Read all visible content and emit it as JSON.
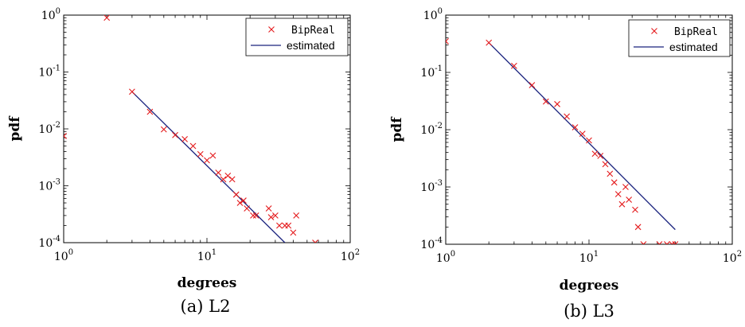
{
  "chart_data": [
    {
      "type": "scatter",
      "caption": "(a) L2",
      "xlabel": "degrees",
      "ylabel": "pdf",
      "xscale": "log",
      "yscale": "log",
      "xlim": [
        1,
        100
      ],
      "ylim": [
        0.0001,
        1
      ],
      "x_ticks": [
        {
          "base": "10",
          "exp": "0"
        },
        {
          "base": "10",
          "exp": "1"
        },
        {
          "base": "10",
          "exp": "2"
        }
      ],
      "y_ticks": [
        {
          "base": "10",
          "exp": "0"
        },
        {
          "base": "10",
          "exp": "-1"
        },
        {
          "base": "10",
          "exp": "-2"
        },
        {
          "base": "10",
          "exp": "-3"
        },
        {
          "base": "10",
          "exp": "-4"
        }
      ],
      "grid": false,
      "legend_position": "top-right",
      "legend": [
        {
          "name": "BipReal",
          "marker": "x",
          "color": "#e41a1c",
          "font": "mono"
        },
        {
          "name": "estimated",
          "marker": "line",
          "color": "#1a237e",
          "font": "sans"
        }
      ],
      "series": [
        {
          "name": "BipReal",
          "x": [
            1,
            2,
            3,
            4,
            5,
            6,
            7,
            8,
            9,
            10,
            11,
            12,
            13,
            14,
            15,
            16,
            17,
            18,
            19,
            21,
            22,
            27,
            28,
            30,
            32,
            35,
            37,
            40,
            42,
            57
          ],
          "y": [
            0.0075,
            0.9,
            0.045,
            0.02,
            0.0098,
            0.0078,
            0.0066,
            0.005,
            0.0036,
            0.0028,
            0.0034,
            0.0017,
            0.0013,
            0.0015,
            0.0013,
            0.0007,
            0.0005,
            0.00055,
            0.0004,
            0.0003,
            0.0003,
            0.0004,
            0.00028,
            0.0003,
            0.0002,
            0.0002,
            0.0002,
            0.00015,
            0.0003,
            0.0001
          ]
        },
        {
          "name": "estimated",
          "x": [
            3,
            35
          ],
          "y": [
            0.045,
            0.0001
          ]
        }
      ]
    },
    {
      "type": "scatter",
      "caption": "(b) L3",
      "xlabel": "degrees",
      "ylabel": "pdf",
      "xscale": "log",
      "yscale": "log",
      "xlim": [
        1,
        100
      ],
      "ylim": [
        0.0001,
        1
      ],
      "x_ticks": [
        {
          "base": "10",
          "exp": "0"
        },
        {
          "base": "10",
          "exp": "1"
        },
        {
          "base": "10",
          "exp": "2"
        }
      ],
      "y_ticks": [
        {
          "base": "10",
          "exp": "0"
        },
        {
          "base": "10",
          "exp": "-1"
        },
        {
          "base": "10",
          "exp": "-2"
        },
        {
          "base": "10",
          "exp": "-3"
        },
        {
          "base": "10",
          "exp": "-4"
        }
      ],
      "grid": false,
      "legend_position": "top-right",
      "legend": [
        {
          "name": "BipReal",
          "marker": "x",
          "color": "#e41a1c",
          "font": "mono"
        },
        {
          "name": "estimated",
          "marker": "line",
          "color": "#1a237e",
          "font": "sans"
        }
      ],
      "series": [
        {
          "name": "BipReal",
          "x": [
            1,
            2,
            3,
            4,
            5,
            6,
            7,
            8,
            9,
            10,
            11,
            12,
            13,
            14,
            15,
            16,
            17,
            18,
            19,
            21,
            22,
            24,
            31,
            35,
            38,
            40
          ],
          "y": [
            0.35,
            0.33,
            0.13,
            0.06,
            0.031,
            0.028,
            0.017,
            0.011,
            0.0085,
            0.0065,
            0.0038,
            0.0035,
            0.0025,
            0.0017,
            0.0012,
            0.00075,
            0.0005,
            0.001,
            0.0006,
            0.0004,
            0.0002,
            0.0001,
            0.0001,
            0.0001,
            0.0001,
            0.0001
          ]
        },
        {
          "name": "estimated",
          "x": [
            2,
            40
          ],
          "y": [
            0.33,
            0.00018
          ]
        }
      ]
    }
  ]
}
